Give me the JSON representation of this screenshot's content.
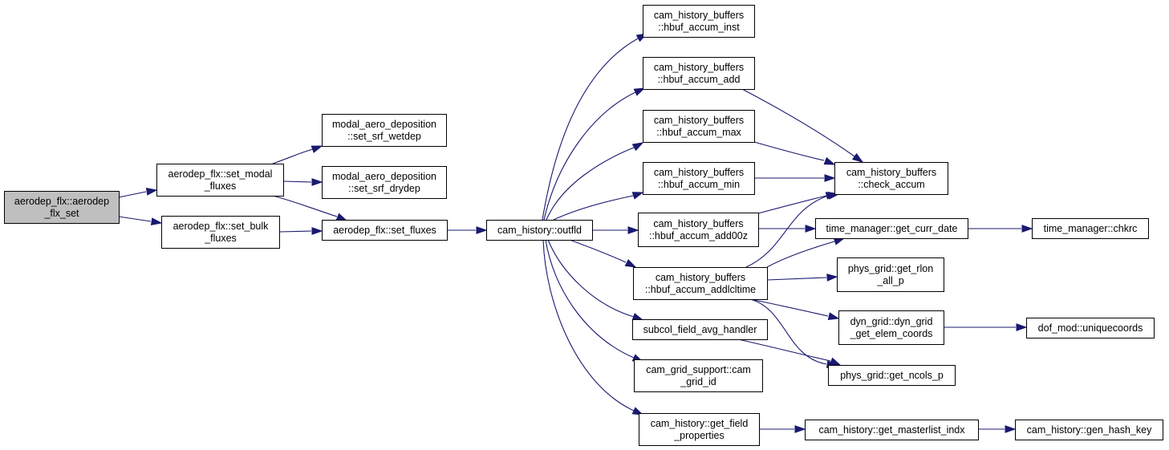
{
  "nodes": [
    {
      "id": "root",
      "lines": [
        "aerodep_flx::aerodep",
        "_flx_set"
      ],
      "highlight": true
    },
    {
      "id": "set_modal",
      "lines": [
        "aerodep_flx::set_modal",
        "_fluxes"
      ]
    },
    {
      "id": "set_bulk",
      "lines": [
        "aerodep_flx::set_bulk",
        "_fluxes"
      ]
    },
    {
      "id": "wetdep",
      "lines": [
        "modal_aero_deposition",
        "::set_srf_wetdep"
      ]
    },
    {
      "id": "drydep",
      "lines": [
        "modal_aero_deposition",
        "::set_srf_drydep"
      ]
    },
    {
      "id": "set_fluxes",
      "lines": [
        "aerodep_flx::set_fluxes"
      ]
    },
    {
      "id": "outfld",
      "lines": [
        "cam_history::outfld"
      ]
    },
    {
      "id": "hbuf_inst",
      "lines": [
        "cam_history_buffers",
        "::hbuf_accum_inst"
      ]
    },
    {
      "id": "hbuf_add",
      "lines": [
        "cam_history_buffers",
        "::hbuf_accum_add"
      ]
    },
    {
      "id": "hbuf_max",
      "lines": [
        "cam_history_buffers",
        "::hbuf_accum_max"
      ]
    },
    {
      "id": "hbuf_min",
      "lines": [
        "cam_history_buffers",
        "::hbuf_accum_min"
      ]
    },
    {
      "id": "hbuf_add00z",
      "lines": [
        "cam_history_buffers",
        "::hbuf_accum_add00z"
      ]
    },
    {
      "id": "hbuf_addlcl",
      "lines": [
        "cam_history_buffers",
        "::hbuf_accum_addlcltime"
      ]
    },
    {
      "id": "subcol",
      "lines": [
        "subcol_field_avg_handler"
      ]
    },
    {
      "id": "grid_id",
      "lines": [
        "cam_grid_support::cam",
        "_grid_id"
      ]
    },
    {
      "id": "get_field",
      "lines": [
        "cam_history::get_field",
        "_properties"
      ]
    },
    {
      "id": "check_accum",
      "lines": [
        "cam_history_buffers",
        "::check_accum"
      ]
    },
    {
      "id": "curr_date",
      "lines": [
        "time_manager::get_curr_date"
      ]
    },
    {
      "id": "chkrc",
      "lines": [
        "time_manager::chkrc"
      ]
    },
    {
      "id": "rlon",
      "lines": [
        "phys_grid::get_rlon",
        "_all_p"
      ]
    },
    {
      "id": "elem_coords",
      "lines": [
        "dyn_grid::dyn_grid",
        "_get_elem_coords"
      ]
    },
    {
      "id": "uniquecoords",
      "lines": [
        "dof_mod::uniquecoords"
      ]
    },
    {
      "id": "ncols",
      "lines": [
        "phys_grid::get_ncols_p"
      ]
    },
    {
      "id": "masterlist",
      "lines": [
        "cam_history::get_masterlist_indx"
      ]
    },
    {
      "id": "hash_key",
      "lines": [
        "cam_history::gen_hash_key"
      ]
    }
  ],
  "edges": [
    {
      "from": "root",
      "to": "set_modal"
    },
    {
      "from": "root",
      "to": "set_bulk"
    },
    {
      "from": "set_modal",
      "to": "wetdep"
    },
    {
      "from": "set_modal",
      "to": "drydep"
    },
    {
      "from": "set_modal",
      "to": "set_fluxes"
    },
    {
      "from": "set_bulk",
      "to": "set_fluxes"
    },
    {
      "from": "set_fluxes",
      "to": "outfld"
    },
    {
      "from": "outfld",
      "to": "hbuf_inst"
    },
    {
      "from": "outfld",
      "to": "hbuf_add"
    },
    {
      "from": "outfld",
      "to": "hbuf_max"
    },
    {
      "from": "outfld",
      "to": "hbuf_min"
    },
    {
      "from": "outfld",
      "to": "hbuf_add00z"
    },
    {
      "from": "outfld",
      "to": "hbuf_addlcl"
    },
    {
      "from": "outfld",
      "to": "subcol"
    },
    {
      "from": "outfld",
      "to": "grid_id"
    },
    {
      "from": "outfld",
      "to": "get_field"
    },
    {
      "from": "hbuf_add",
      "to": "check_accum"
    },
    {
      "from": "hbuf_max",
      "to": "check_accum"
    },
    {
      "from": "hbuf_min",
      "to": "check_accum"
    },
    {
      "from": "hbuf_add00z",
      "to": "check_accum"
    },
    {
      "from": "hbuf_add00z",
      "to": "curr_date"
    },
    {
      "from": "hbuf_addlcl",
      "to": "check_accum"
    },
    {
      "from": "hbuf_addlcl",
      "to": "curr_date"
    },
    {
      "from": "hbuf_addlcl",
      "to": "rlon"
    },
    {
      "from": "hbuf_addlcl",
      "to": "elem_coords"
    },
    {
      "from": "hbuf_addlcl",
      "to": "ncols"
    },
    {
      "from": "subcol",
      "to": "ncols"
    },
    {
      "from": "curr_date",
      "to": "chkrc"
    },
    {
      "from": "elem_coords",
      "to": "uniquecoords"
    },
    {
      "from": "get_field",
      "to": "masterlist"
    },
    {
      "from": "masterlist",
      "to": "hash_key"
    }
  ],
  "colors": {
    "edge": "#191970",
    "root_fill": "#bfbfbf",
    "node_fill": "#ffffff",
    "border": "#000000"
  }
}
